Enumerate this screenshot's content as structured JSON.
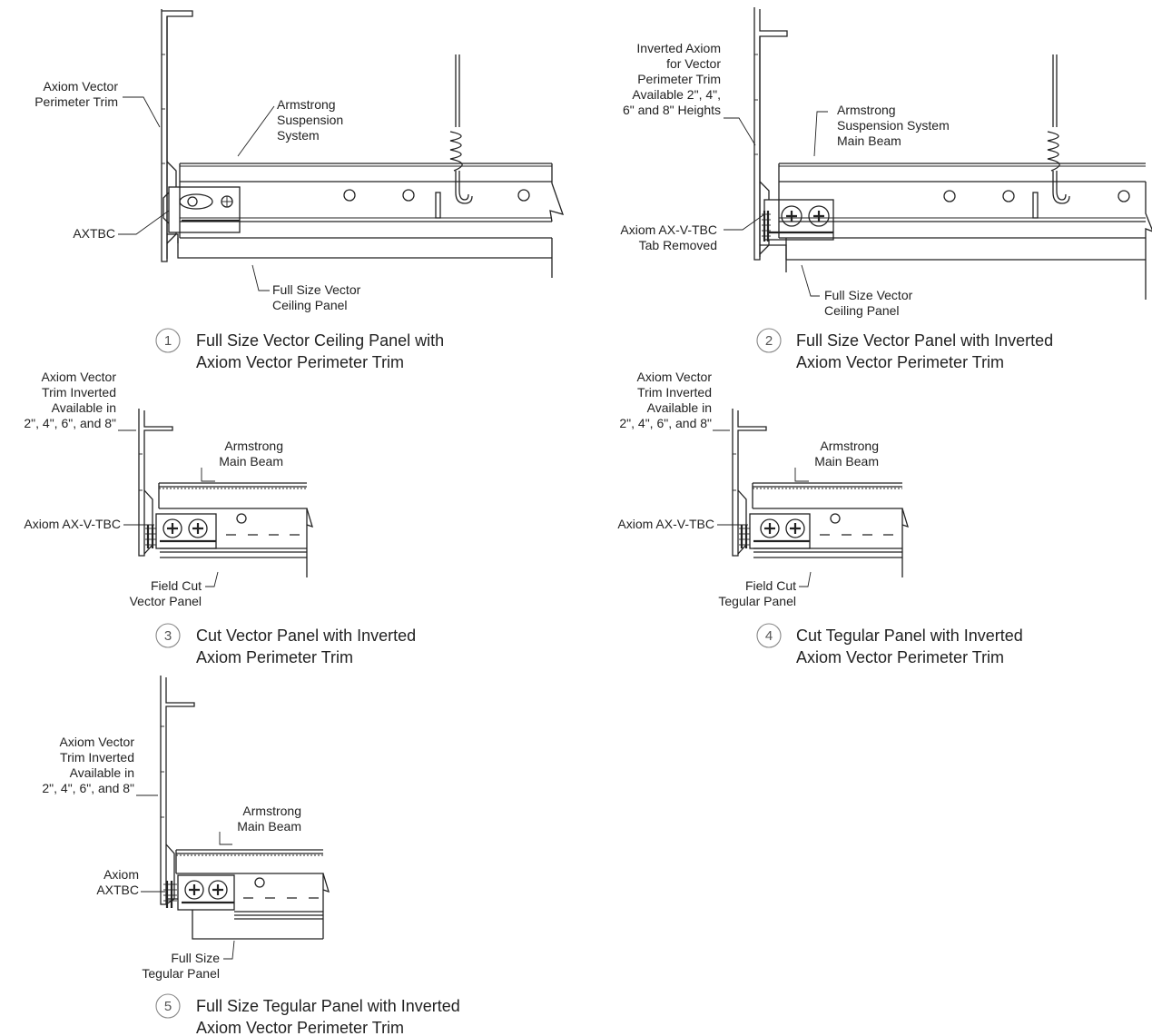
{
  "details": [
    {
      "number": "1",
      "caption": [
        "Full Size Vector Ceiling Panel with",
        "Axiom Vector Perimeter Trim"
      ],
      "labels": {
        "trim": [
          "Axiom Vector",
          "Perimeter Trim"
        ],
        "suspension": [
          "Armstrong",
          "Suspension",
          "System"
        ],
        "clip": [
          "AXTBC"
        ],
        "panel": [
          "Full Size Vector",
          "Ceiling Panel"
        ]
      }
    },
    {
      "number": "2",
      "caption": [
        "Full Size Vector Panel with Inverted",
        "Axiom Vector Perimeter Trim"
      ],
      "labels": {
        "trim": [
          "Inverted Axiom",
          "for Vector",
          "Perimeter Trim",
          "Available 2\", 4\",",
          "6\" and 8\" Heights"
        ],
        "suspension": [
          "Armstrong",
          "Suspension System",
          "Main Beam"
        ],
        "clip": [
          "Axiom AX-V-TBC",
          "Tab Removed"
        ],
        "panel": [
          "Full Size Vector",
          "Ceiling Panel"
        ]
      }
    },
    {
      "number": "3",
      "caption": [
        "Cut Vector Panel with Inverted",
        "Axiom Perimeter Trim"
      ],
      "labels": {
        "trim": [
          "Axiom Vector",
          "Trim Inverted",
          "Available in",
          "2\", 4\", 6\", and 8\""
        ],
        "suspension": [
          "Armstrong",
          "Main Beam"
        ],
        "clip": [
          "Axiom AX-V-TBC"
        ],
        "panel": [
          "Field Cut",
          "Vector Panel"
        ]
      }
    },
    {
      "number": "4",
      "caption": [
        "Cut Tegular Panel with Inverted",
        "Axiom Vector Perimeter Trim"
      ],
      "labels": {
        "trim": [
          "Axiom Vector",
          "Trim Inverted",
          "Available in",
          "2\", 4\", 6\", and 8\""
        ],
        "suspension": [
          "Armstrong",
          "Main Beam"
        ],
        "clip": [
          "Axiom AX-V-TBC"
        ],
        "panel": [
          "Field Cut",
          "Tegular Panel"
        ]
      }
    },
    {
      "number": "5",
      "caption": [
        "Full Size Tegular Panel with Inverted",
        "Axiom Vector Perimeter Trim"
      ],
      "labels": {
        "trim": [
          "Axiom Vector",
          "Trim Inverted",
          "Available in",
          "2\", 4\", 6\", and 8\""
        ],
        "suspension": [
          "Armstrong",
          "Main Beam"
        ],
        "clip": [
          "Axiom",
          "AXTBC"
        ],
        "panel": [
          "Full Size",
          "Tegular Panel"
        ]
      }
    }
  ]
}
